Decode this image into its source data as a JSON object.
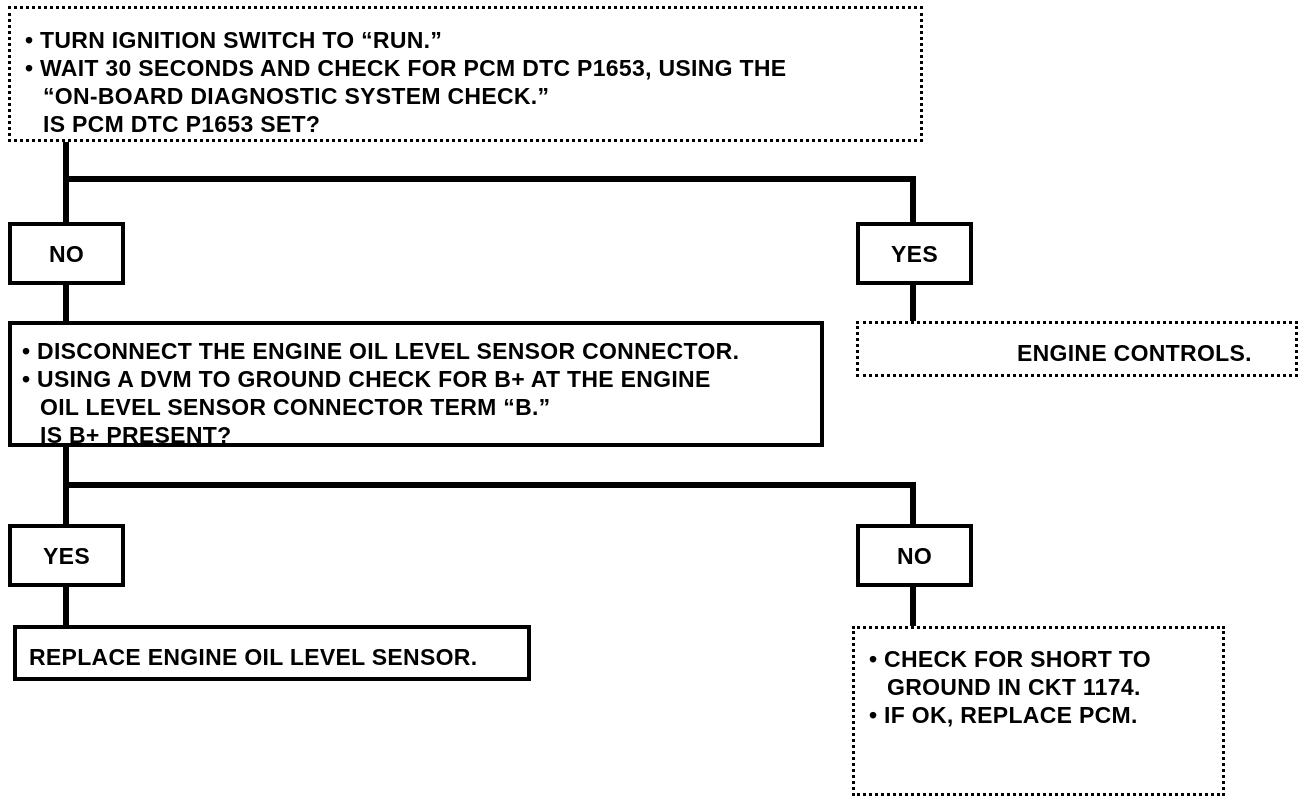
{
  "step1": {
    "lines": [
      "• TURN IGNITION SWITCH TO “RUN.”",
      "• WAIT 30 SECONDS AND CHECK FOR PCM DTC P1653, USING THE",
      "“ON-BOARD DIAGNOSTIC SYSTEM CHECK.”",
      "IS PCM DTC P1653 SET?"
    ]
  },
  "branch1": {
    "no_label": "NO",
    "yes_label": "YES"
  },
  "yes1_result": {
    "text": "ENGINE CONTROLS."
  },
  "step2": {
    "lines": [
      "• DISCONNECT THE ENGINE OIL LEVEL SENSOR CONNECTOR.",
      "• USING A DVM TO GROUND CHECK FOR B+ AT THE ENGINE",
      "OIL LEVEL SENSOR CONNECTOR TERM “B.”",
      "IS B+ PRESENT?"
    ]
  },
  "branch2": {
    "yes_label": "YES",
    "no_label": "NO"
  },
  "yes2_result": {
    "text": "REPLACE ENGINE OIL LEVEL SENSOR."
  },
  "no2_result": {
    "lines": [
      "• CHECK FOR SHORT TO",
      "GROUND IN CKT 1174.",
      "• IF OK, REPLACE PCM."
    ]
  }
}
